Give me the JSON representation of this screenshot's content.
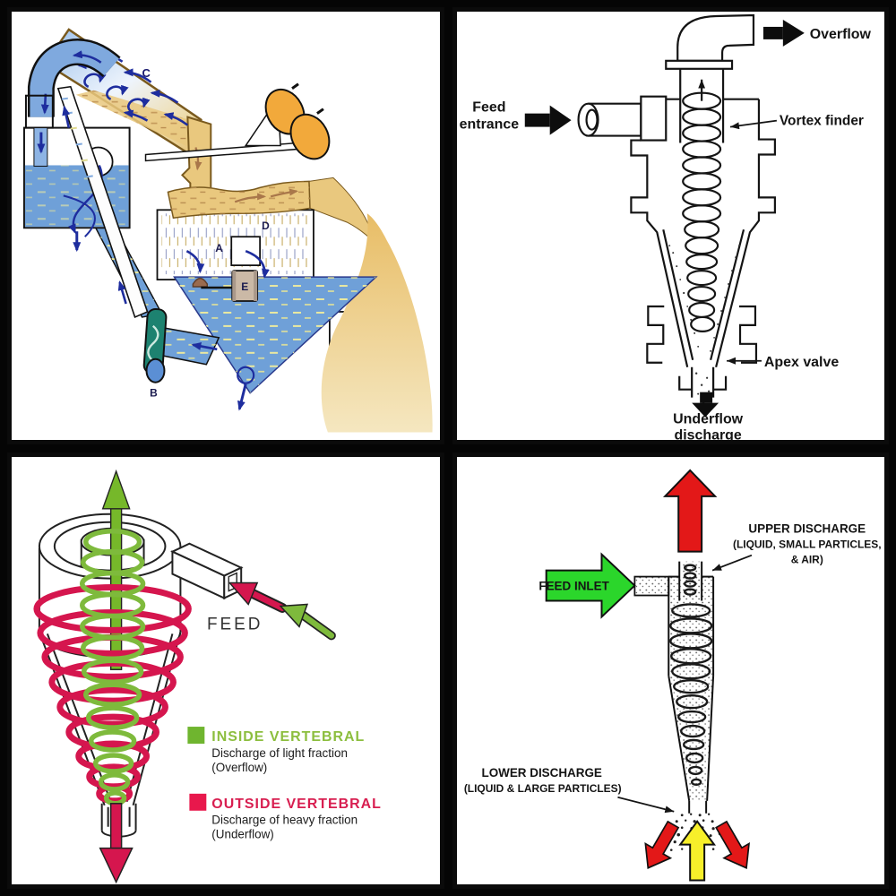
{
  "colors": {
    "water_blue": "#6fa0d8",
    "pipe_blue": "#7fa9de",
    "sand_tan": "#e9c87e",
    "arrow_navy": "#1e2d9e",
    "roller_orange": "#f2a93b",
    "pump_teal": "#1d8270",
    "pump_inlet_blue": "#5b8fd4",
    "mound_brown": "#9a6b4f",
    "box_tan": "#cbb9a6",
    "ink_black": "#141414",
    "spiral_green": "#7eba3c",
    "spiral_red": "#d5164e",
    "overflow_green": "#76b82a",
    "flow_red": "#e31818",
    "flow_green": "#2bd62b",
    "flow_yellow": "#f7ef2a"
  },
  "panels": {
    "washing_plant": {
      "labels": {
        "a": "A",
        "b": "B",
        "c": "C",
        "d": "D",
        "e": "E"
      }
    },
    "cyclone_section": {
      "feed_line1": "Feed",
      "feed_line2": "entrance",
      "overflow": "Overflow",
      "vortex_finder": "Vortex finder",
      "apex_valve": "Apex valve",
      "underflow_line1": "Underflow",
      "underflow_line2": "discharge"
    },
    "cutaway": {
      "feed": "FEED",
      "legend": [
        {
          "title": "INSIDE VERTEBRAL",
          "desc": "Discharge of light fraction",
          "paren": "(Overflow)",
          "color": "#6fb52f",
          "title_color": "#8cbe3e"
        },
        {
          "title": "OUTSIDE VERTEBRAL",
          "desc": "Discharge of heavy fraction",
          "paren": "(Underflow)",
          "color": "#e8184c",
          "title_color": "#d81e50"
        }
      ]
    },
    "flow_diagram": {
      "feed_inlet": "FEED INLET",
      "upper_line1": "UPPER DISCHARGE",
      "upper_line2": "(LIQUID, SMALL PARTICLES,",
      "upper_line3": "& AIR)",
      "lower_line1": "LOWER DISCHARGE",
      "lower_line2": "(LIQUID & LARGE PARTICLES)"
    }
  }
}
